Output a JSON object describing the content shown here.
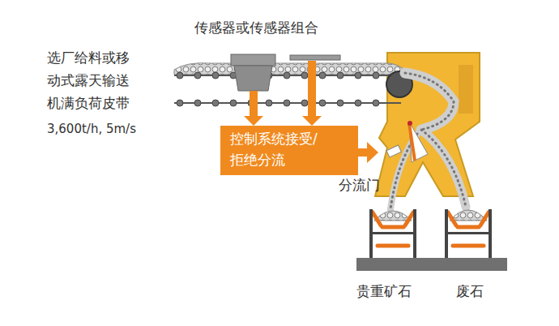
{
  "diagram": {
    "nodes": [
      {
        "text": [
          "控制系统接受/ 拒绝分流"
        ]
      }
    ],
    "labels": [
      "传感器或传感器组合",
      "选厂给料或移 动式露天输送 机满负荷皮带",
      "3,600t/h, 5m/s",
      "分流门",
      "贵重矿石",
      "废石"
    ]
  }
}
